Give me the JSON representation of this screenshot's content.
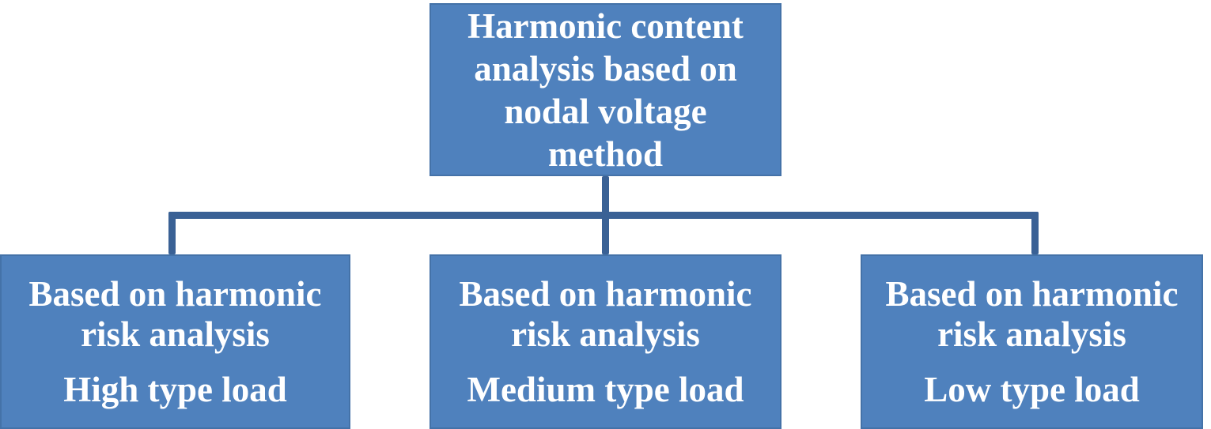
{
  "colors": {
    "box_fill": "#4f81bd",
    "box_border": "#4472a8",
    "connector": "#3a6195",
    "text_color": "#ffffff",
    "background": "#ffffff"
  },
  "root_box": {
    "label": "Harmonic content analysis based on nodal voltage method",
    "lines": [
      "Harmonic content",
      "analysis based on",
      "nodal voltage",
      "method"
    ]
  },
  "child_boxes": [
    {
      "category": "Based on harmonic risk analysis",
      "category_lines": [
        "Based on harmonic",
        "risk analysis"
      ],
      "load_label": "High type load"
    },
    {
      "category": "Based on harmonic risk analysis",
      "category_lines": [
        "Based on harmonic",
        "risk analysis"
      ],
      "load_label": "Medium type load"
    },
    {
      "category": "Based on harmonic risk analysis",
      "category_lines": [
        "Based on harmonic",
        "risk analysis"
      ],
      "load_label": "Low type load"
    }
  ]
}
